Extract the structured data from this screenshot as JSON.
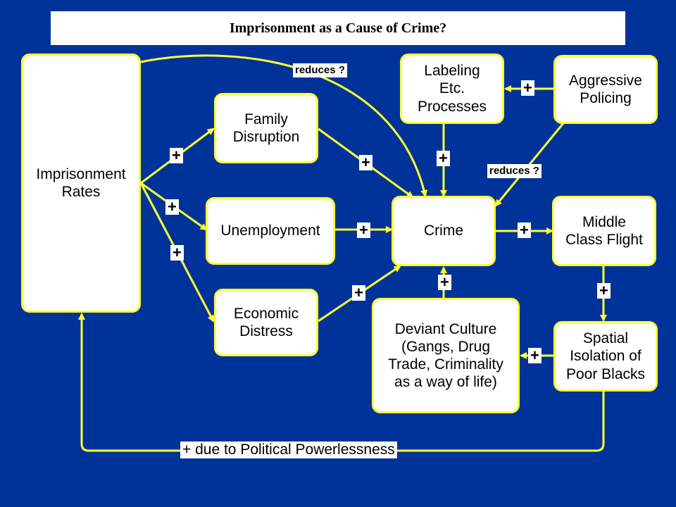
{
  "title": "Imprisonment as a Cause of Crime?",
  "colors": {
    "background": "#003399",
    "arrow": "#ffff33",
    "box_fill": "#ffffff",
    "text": "#000000"
  },
  "nodes": {
    "imprisonment": "Imprisonment\nRates",
    "family": "Family\nDisruption",
    "unemployment": "Unemployment",
    "economic": "Economic\nDistress",
    "labeling": "Labeling\nEtc.\nProcesses",
    "aggressive": "Aggressive\nPolicing",
    "crime": "Crime",
    "middle": "Middle\nClass Flight",
    "deviant": "Deviant Culture\n(Gangs, Drug\nTrade, Criminality\nas a way  of life)",
    "spatial": "Spatial\nIsolation of\nPoor Blacks"
  },
  "edge_labels": {
    "plus": "+",
    "reduces": "reduces ?",
    "political": "+ due to Political Powerlessness"
  }
}
